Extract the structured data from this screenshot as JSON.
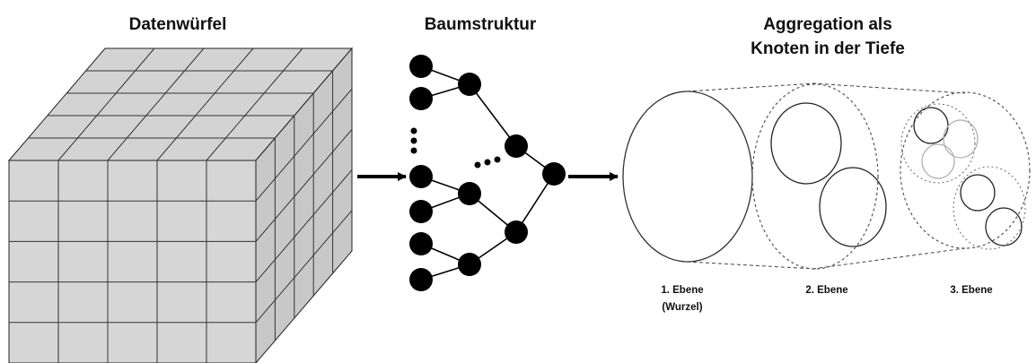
{
  "titles": {
    "cube": "Datenwürfel",
    "tree": "Baumstruktur",
    "aggregation_line1": "Aggregation als",
    "aggregation_line2": "Knoten in der Tiefe"
  },
  "levels": {
    "level1_line1": "1. Ebene",
    "level1_line2": "(Wurzel)",
    "level2": "2. Ebene",
    "level3": "3. Ebene"
  },
  "colors": {
    "cube_fill": "#d3d3d3",
    "node_fill": "#000000",
    "line": "#000000",
    "light_circle": "#b0b0b0"
  }
}
